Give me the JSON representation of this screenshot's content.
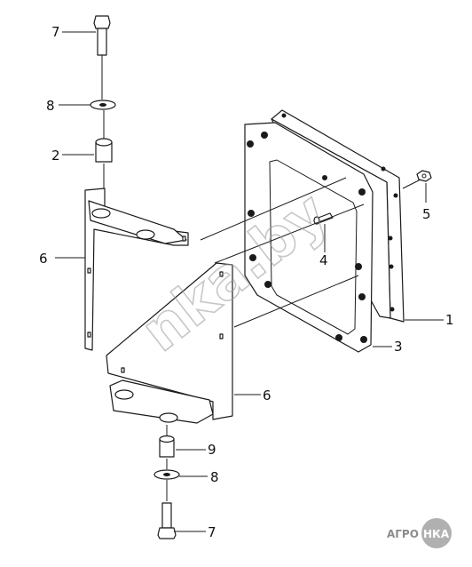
{
  "diagram": {
    "callouts": {
      "c1": "1",
      "c2": "2",
      "c3": "3",
      "c4": "4",
      "c5": "5",
      "c6_left": "6",
      "c6_bottom": "6",
      "c7_top": "7",
      "c7_bottom": "7",
      "c8_top": "8",
      "c8_bottom": "8",
      "c9": "9"
    },
    "watermark": "nka.by",
    "logo": {
      "prefix": "АГРО",
      "mark": "НКА"
    }
  }
}
